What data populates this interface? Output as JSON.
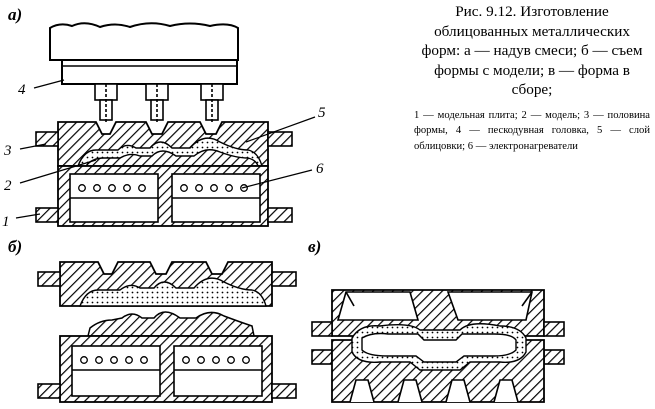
{
  "caption": {
    "title": "Рис. 9.12. Изготовление облицованных металлических форм: а — надув смеси; б — съем формы с модели; в — форма в сборе;",
    "legend": "1 — модельная плита; 2 — модель; 3 — половина формы, 4 — пескодувная головка, 5 — слой облицовки; 6 — электронагреватели"
  },
  "panels": {
    "a": "а)",
    "b": "б)",
    "v": "в)"
  },
  "callouts": {
    "n1": "1",
    "n2": "2",
    "n3": "3",
    "n4": "4",
    "n5": "5",
    "n6": "6"
  }
}
